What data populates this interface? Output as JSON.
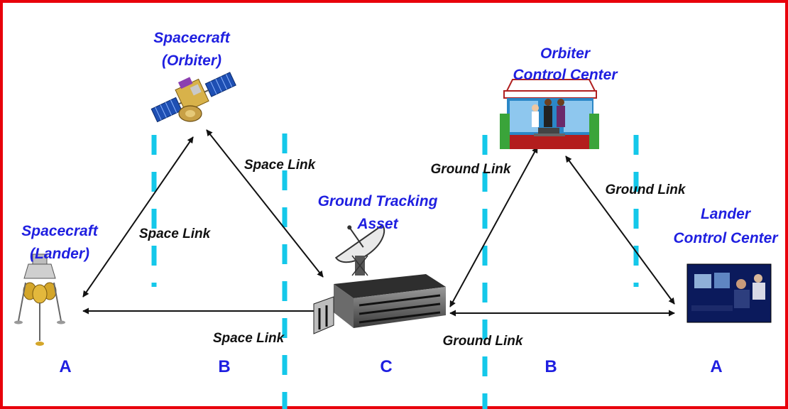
{
  "colors": {
    "frame": "#e8000b",
    "node_label": "#1f1fe0",
    "zone_label": "#1f1fe0",
    "divider": "#14c8ea",
    "arrow": "#111111"
  },
  "nodes": {
    "orbiter": {
      "line1": "Spacecraft",
      "line2": "(Orbiter)",
      "icon": "satellite-icon"
    },
    "orbiter_control": {
      "line1": "Orbiter",
      "line2": "Control Center",
      "icon": "control-room-icon"
    },
    "ground_asset": {
      "line1": "Ground Tracking",
      "line2": "Asset",
      "icon": "dish-antenna-icon"
    },
    "lander": {
      "line1": "Spacecraft",
      "line2": "(Lander)",
      "icon": "lander-icon"
    },
    "lander_control": {
      "line1": "Lander",
      "line2": "Control Center",
      "icon": "operator-console-icon"
    }
  },
  "links": {
    "orbiter_ground": "Space Link",
    "lander_orbiter": "Space Link",
    "lander_ground": "Space Link",
    "ground_orbiter_cc": "Ground Link",
    "orbiter_cc_lander_cc": "Ground Link",
    "ground_lander_cc": "Ground Link"
  },
  "zones": [
    "A",
    "B",
    "C",
    "B",
    "A"
  ]
}
